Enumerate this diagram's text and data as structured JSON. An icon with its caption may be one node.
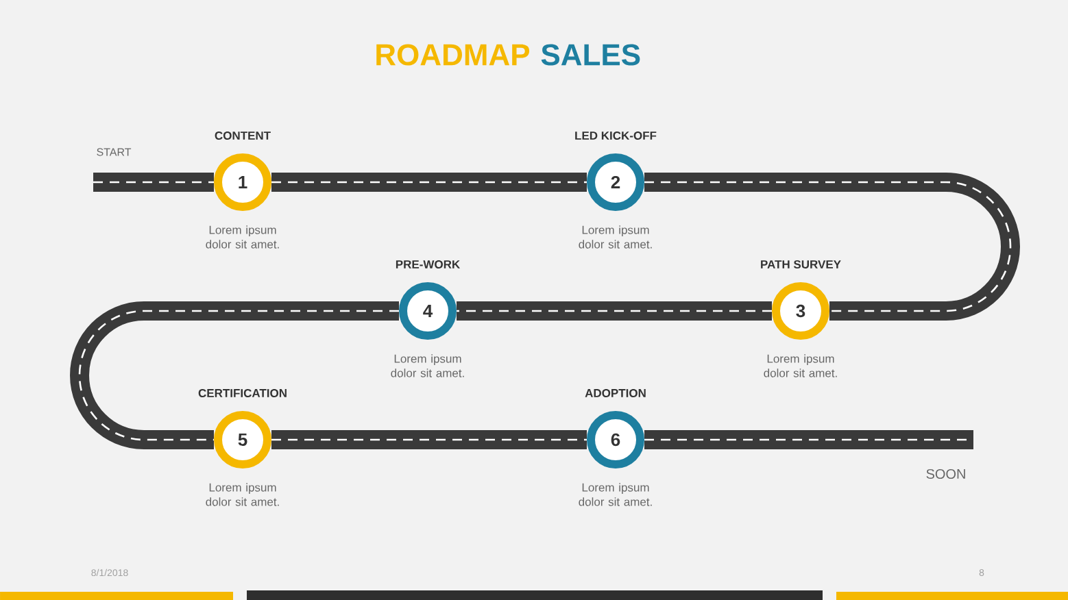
{
  "diagram": {
    "nodes": [
      {
        "text": [
          "1"
        ],
        "beside": [
          "CONTENT",
          "Lorem ipsum dolor sit amet."
        ]
      },
      {
        "text": [
          "2"
        ],
        "beside": [
          "LED KICK-OFF",
          "Lorem ipsum dolor sit amet."
        ]
      },
      {
        "text": [
          "3"
        ],
        "beside": [
          "PATH SURVEY",
          "Lorem ipsum dolor sit amet."
        ]
      },
      {
        "text": [
          "4"
        ],
        "beside": [
          "PRE-WORK",
          "Lorem ipsum dolor sit amet."
        ]
      },
      {
        "text": [
          "5"
        ],
        "beside": [
          "CERTIFICATION",
          "Lorem ipsum dolor sit amet."
        ]
      },
      {
        "text": [
          "6"
        ],
        "beside": [
          "ADOPTION",
          "Lorem ipsum dolor sit amet."
        ]
      }
    ],
    "edges": [
      {
        "from": null,
        "to": 0,
        "arrow": "none"
      },
      {
        "from": 0,
        "to": 1,
        "arrow": "none"
      },
      {
        "from": 1,
        "to": 2,
        "arrow": "none"
      },
      {
        "from": 2,
        "to": 3,
        "arrow": "none"
      },
      {
        "from": 3,
        "to": 4,
        "arrow": "none"
      },
      {
        "from": 4,
        "to": 5,
        "arrow": "none"
      },
      {
        "from": 5,
        "to": null,
        "arrow": "none"
      }
    ],
    "labels": [
      "ROADMAP",
      "SALES",
      "START",
      "SOON",
      "8/1/2018",
      "8"
    ]
  }
}
